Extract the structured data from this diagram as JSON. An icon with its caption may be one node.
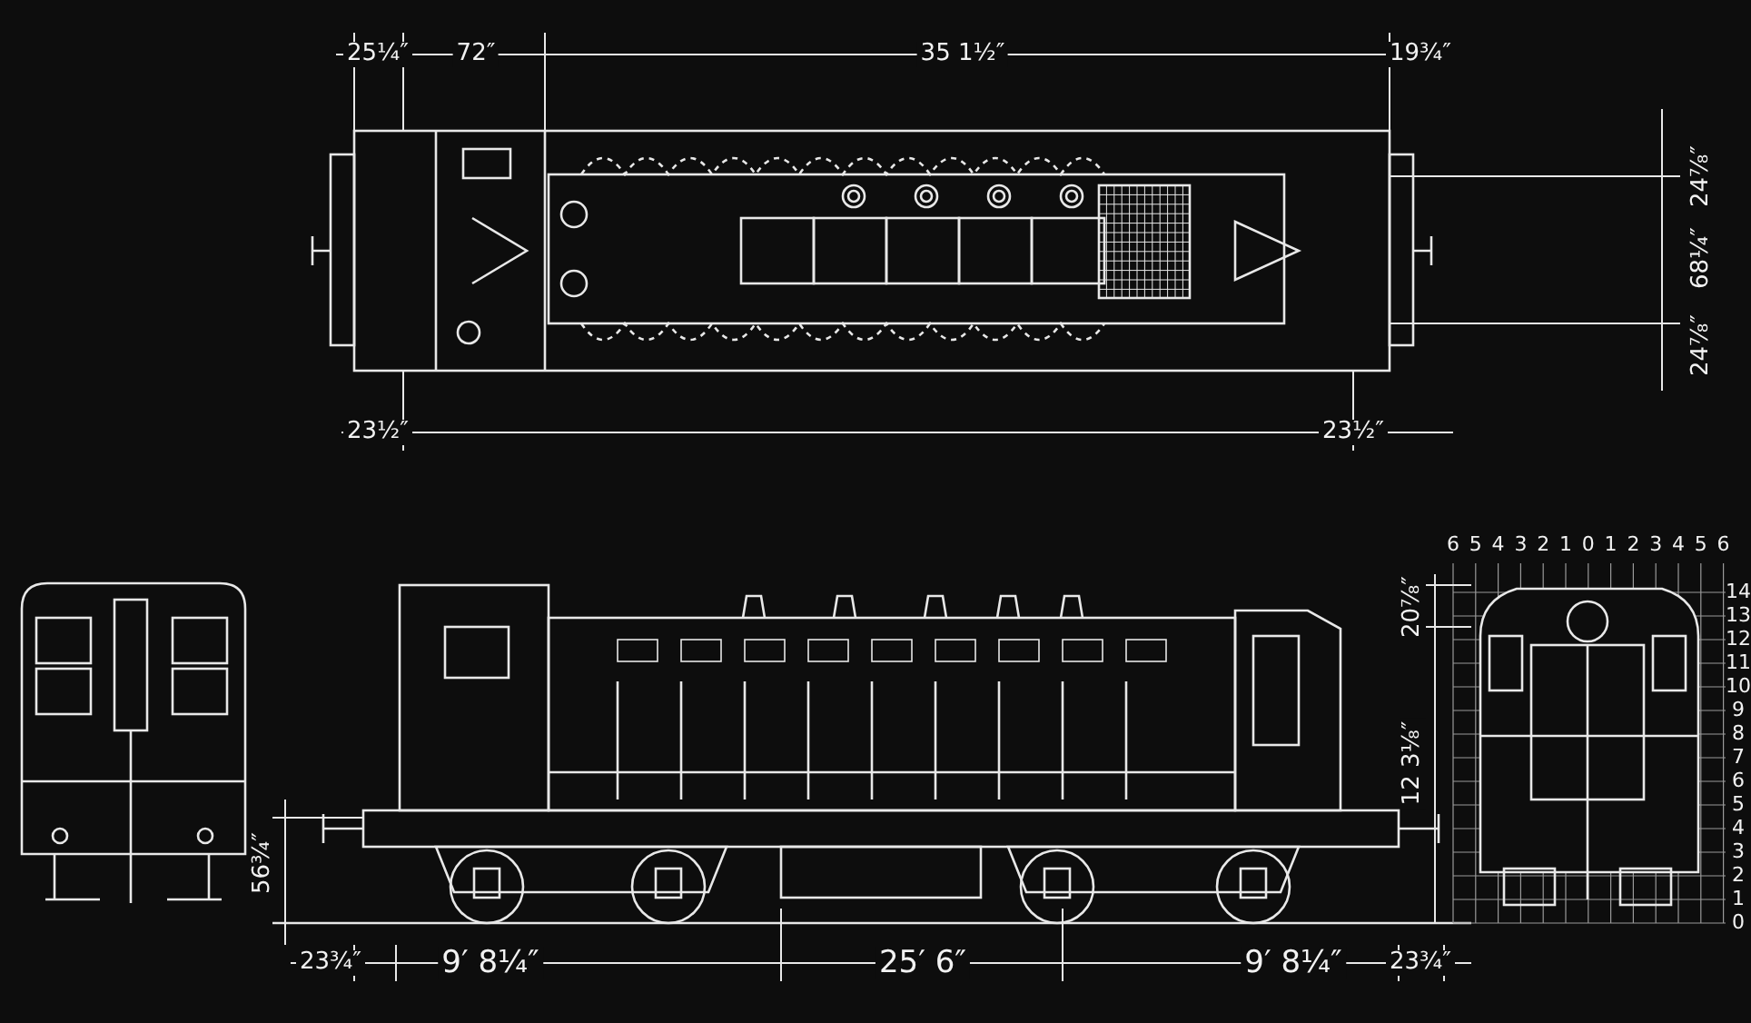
{
  "diagram": {
    "labels": [
      "25¼″",
      "72″",
      "35 1½″",
      "19¾″",
      "24⅞″",
      "68¼″",
      "24⅞″",
      "23½″",
      "23½″",
      "6",
      "5",
      "4",
      "3",
      "2",
      "1",
      "0",
      "1",
      "2",
      "3",
      "4",
      "5",
      "6",
      "20⅞″",
      "14",
      "13",
      "12",
      "11",
      "10",
      "9",
      "8",
      "7",
      "6",
      "5",
      "4",
      "3",
      "2",
      "1",
      "0",
      "12 3⅛″",
      "56¾″",
      "23¾″",
      "9′ 8¼″",
      "25′ 6″",
      "9′ 8¼″",
      "23¾″"
    ]
  }
}
